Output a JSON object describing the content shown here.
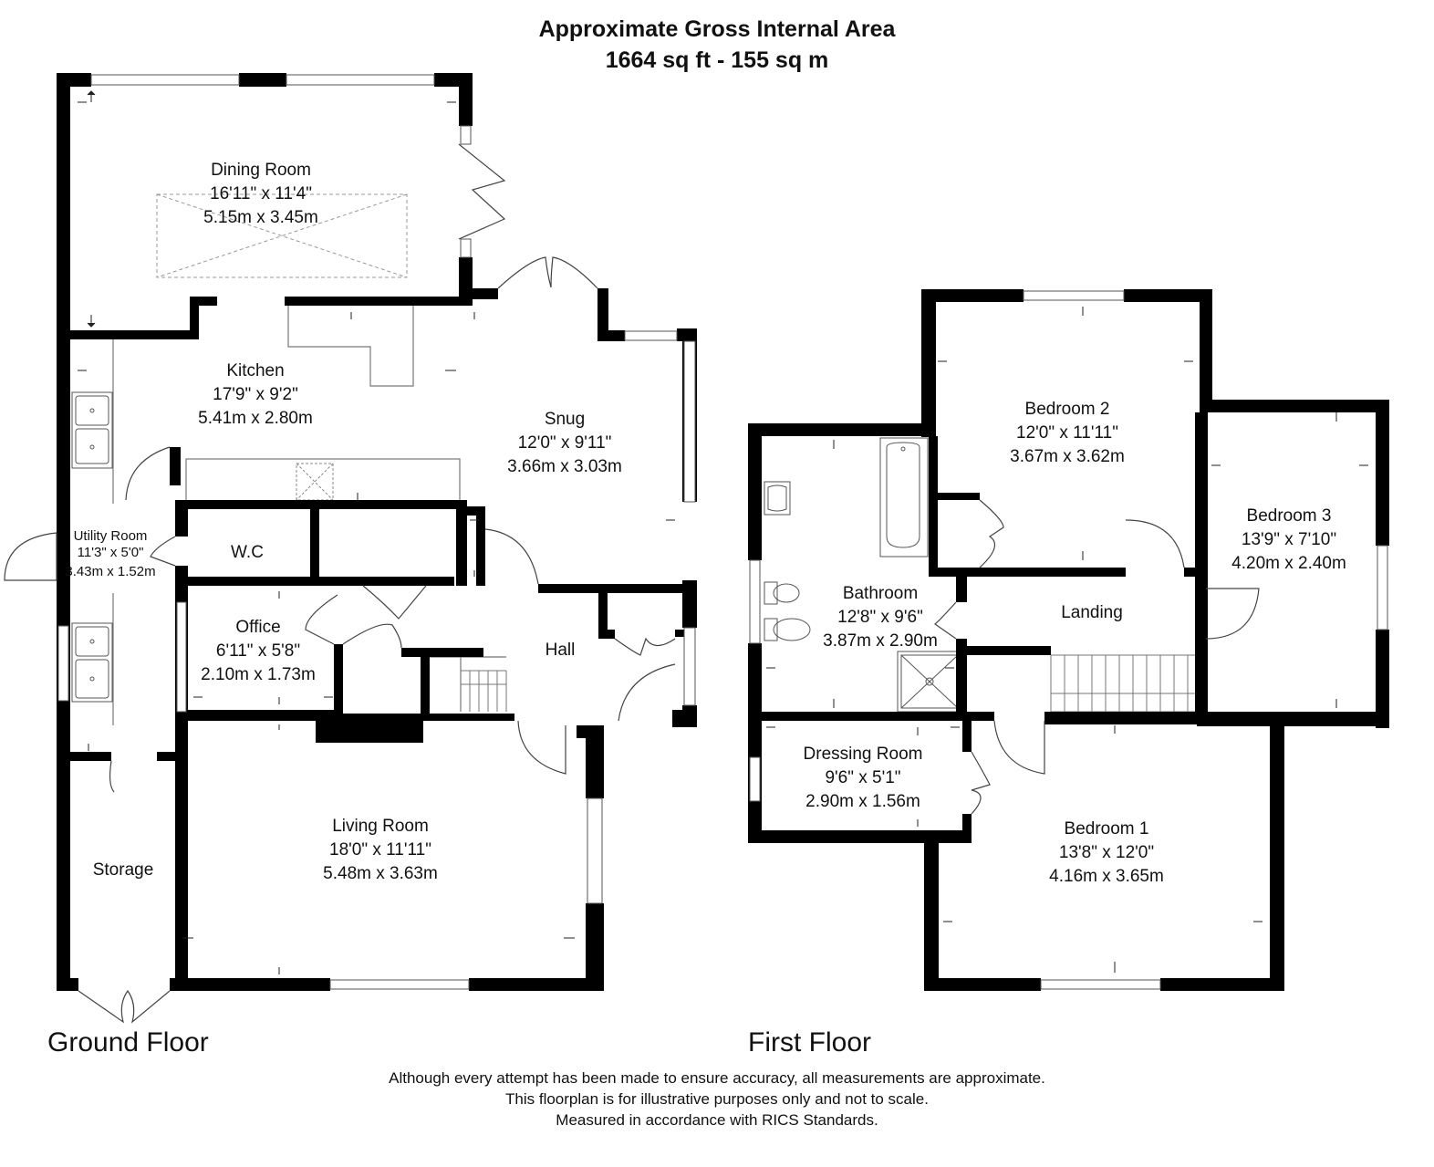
{
  "header": {
    "title_line1": "Approximate Gross Internal Area",
    "title_line2": "1664 sq ft - 155 sq m"
  },
  "floors": {
    "ground": "Ground Floor",
    "first": "First Floor"
  },
  "rooms": {
    "dining": {
      "name": "Dining Room",
      "imperial": "16'11\" x 11'4\"",
      "metric": "5.15m x 3.45m"
    },
    "kitchen": {
      "name": "Kitchen",
      "imperial": "17'9\" x 9'2\"",
      "metric": "5.41m x 2.80m"
    },
    "snug": {
      "name": "Snug",
      "imperial": "12'0\" x 9'11\"",
      "metric": "3.66m x 3.03m"
    },
    "utility": {
      "name": "Utility Room",
      "imperial": "11'3\" x 5'0\"",
      "metric": "3.43m x 1.52m"
    },
    "wc": {
      "name": "W.C"
    },
    "office": {
      "name": "Office",
      "imperial": "6'11\" x 5'8\"",
      "metric": "2.10m x 1.73m"
    },
    "hall": {
      "name": "Hall"
    },
    "living": {
      "name": "Living Room",
      "imperial": "18'0\" x 11'11\"",
      "metric": "5.48m x 3.63m"
    },
    "storage": {
      "name": "Storage"
    },
    "bedroom2": {
      "name": "Bedroom 2",
      "imperial": "12'0\" x 11'11\"",
      "metric": "3.67m x 3.62m"
    },
    "bedroom3": {
      "name": "Bedroom 3",
      "imperial": "13'9\" x 7'10\"",
      "metric": "4.20m x 2.40m"
    },
    "bathroom": {
      "name": "Bathroom",
      "imperial": "12'8\" x 9'6\"",
      "metric": "3.87m x 2.90m"
    },
    "landing": {
      "name": "Landing"
    },
    "dressing": {
      "name": "Dressing Room",
      "imperial": "9'6\" x 5'1\"",
      "metric": "2.90m x 1.56m"
    },
    "bedroom1": {
      "name": "Bedroom 1",
      "imperial": "13'8\" x 12'0\"",
      "metric": "4.16m x 3.65m"
    }
  },
  "disclaimer": {
    "line1": "Although every attempt has been made to ensure accuracy, all measurements are approximate.",
    "line2": "This floorplan is for illustrative purposes only and not to scale.",
    "line3": "Measured in accordance with RICS Standards."
  },
  "colors": {
    "wall": "#000000",
    "window": "#bfbfbf",
    "fixture": "#7a7a7a",
    "skylight": "#999999"
  }
}
